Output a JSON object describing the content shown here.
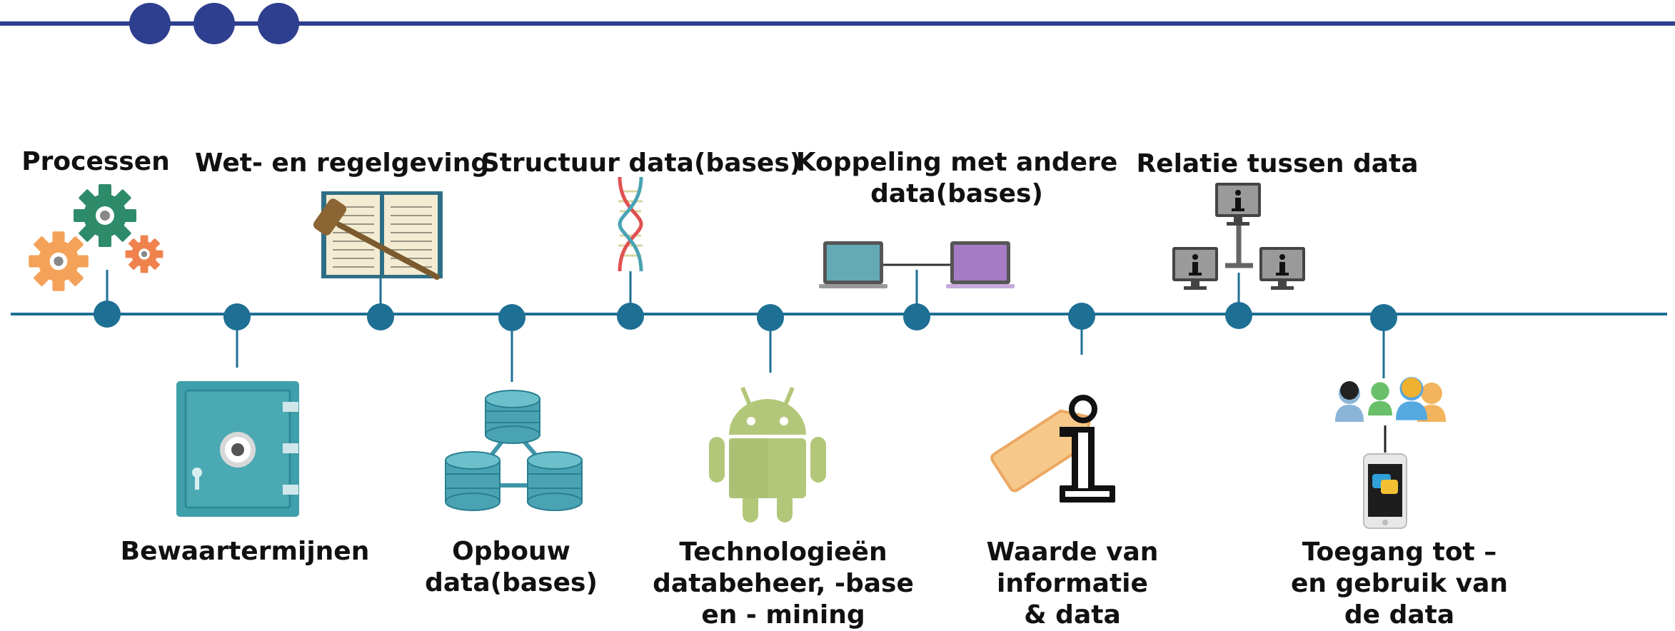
{
  "colors": {
    "header_line": "#2e3f8f",
    "header_dots": "#2e3f8f",
    "timeline": "#1e6f94",
    "nodes": "#1e6f94"
  },
  "header": {
    "dot_count": 3
  },
  "timeline": {
    "top_items": [
      {
        "label": "Processen",
        "icon": "gears-icon"
      },
      {
        "label": "Wet- en regelgeving",
        "icon": "law-book-gavel-icon"
      },
      {
        "label": "Structuur data(bases)",
        "icon": "dna-helix-icon"
      },
      {
        "label": "Koppeling met andere",
        "label2": "data(bases)",
        "icon": "connected-laptops-icon"
      },
      {
        "label": "Relatie tussen data",
        "icon": "linked-monitors-icon"
      }
    ],
    "bottom_items": [
      {
        "label": "Bewaartermijnen",
        "icon": "safe-vault-icon"
      },
      {
        "label": "Opbouw",
        "label2": "data(bases)",
        "icon": "database-structure-icon"
      },
      {
        "label": "Technologieën",
        "label2": "databeheer, -base",
        "label3": "en - mining",
        "icon": "android-robot-icon"
      },
      {
        "label": "Waarde van",
        "label2": "informatie",
        "label3": "& data",
        "icon": "info-tag-icon"
      },
      {
        "label": "Toegang tot –",
        "label2": "en gebruik van",
        "label3": "de data",
        "icon": "people-phone-icon"
      }
    ]
  }
}
